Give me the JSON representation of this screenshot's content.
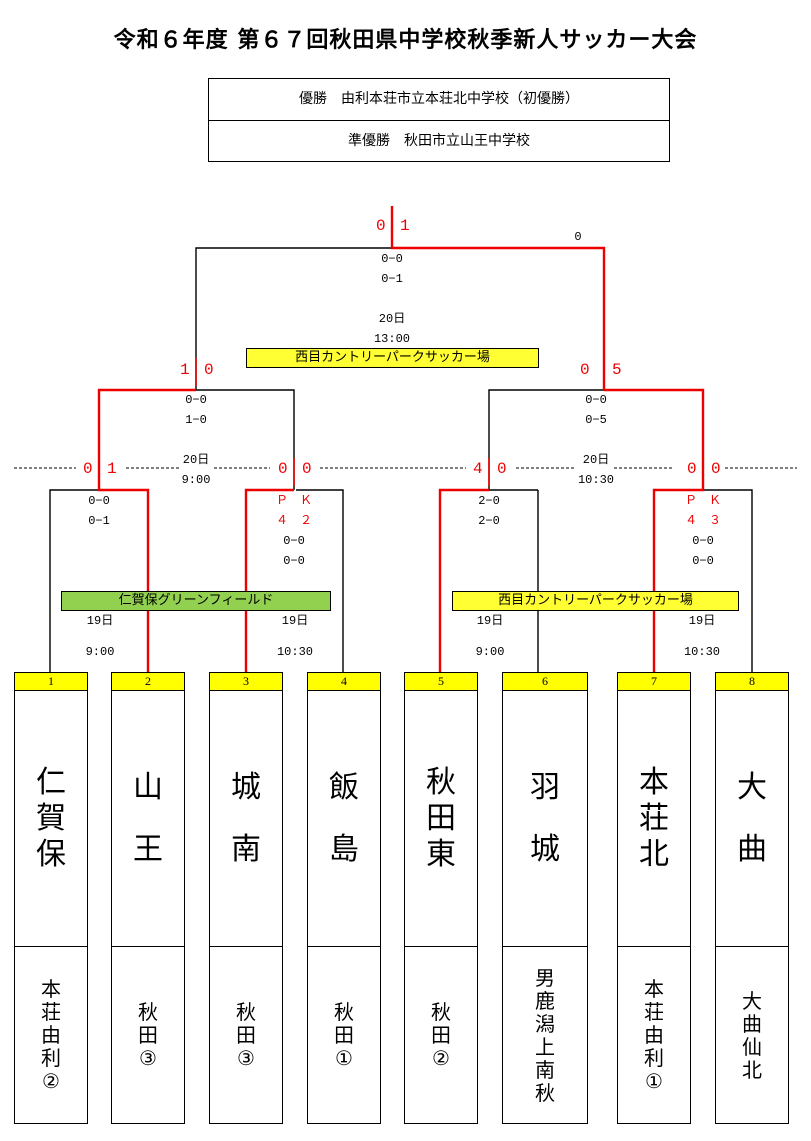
{
  "title": "令和６年度 第６７回秋田県中学校秋季新人サッカー大会",
  "results": {
    "winner": "優勝　由利本荘市立本荘北中学校（初優勝）",
    "runner_up": "準優勝　秋田市立山王中学校"
  },
  "final": {
    "left_score": "0",
    "right_score": "1",
    "right_side_mark": "0",
    "half1": "0−0",
    "half2": "0−1",
    "date": "20日",
    "time": "13:00",
    "venue": "西目カントリーパークサッカー場"
  },
  "semifinals": [
    {
      "left_score": "1",
      "right_score": "0",
      "half1": "0−0",
      "half2": "1−0",
      "date": "20日",
      "time": "9:00"
    },
    {
      "left_score": "0",
      "right_score": "5",
      "half1": "0−0",
      "half2": "0−5",
      "date": "20日",
      "time": "10:30"
    }
  ],
  "quarterfinals": [
    {
      "left_score": "0",
      "right_score": "1",
      "half1": "0−0",
      "half2": "0−1"
    },
    {
      "left_score": "0",
      "right_score": "0",
      "pk_label": "Ｐ　Ｋ",
      "pk_score": "４　２",
      "half1": "0−0",
      "half2": "0−0"
    },
    {
      "left_score": "4",
      "right_score": "0",
      "half1": "2−0",
      "half2": "2−0"
    },
    {
      "left_score": "0",
      "right_score": "0",
      "pk_label": "Ｐ　Ｋ",
      "pk_score": "４　３",
      "half1": "0−0",
      "half2": "0−0"
    }
  ],
  "round1_venues": [
    {
      "name": "仁賀保グリーンフィールド",
      "color": "#92d050"
    },
    {
      "name": "西目カントリーパークサッカー場",
      "color": "#ffff33"
    }
  ],
  "round1_times": [
    {
      "date": "19日",
      "time": "9:00"
    },
    {
      "date": "19日",
      "time": "10:30"
    },
    {
      "date": "19日",
      "time": "9:00"
    },
    {
      "date": "19日",
      "time": "10:30"
    }
  ],
  "teams": [
    {
      "number": "1",
      "name": [
        "仁",
        "賀",
        "保"
      ],
      "region": [
        "本",
        "荘",
        "由",
        "利",
        "②"
      ]
    },
    {
      "number": "2",
      "name": [
        "山",
        "王"
      ],
      "region": [
        "秋",
        "田",
        "③"
      ]
    },
    {
      "number": "3",
      "name": [
        "城",
        "南"
      ],
      "region": [
        "秋",
        "田",
        "③"
      ]
    },
    {
      "number": "4",
      "name": [
        "飯",
        "島"
      ],
      "region": [
        "秋",
        "田",
        "①"
      ]
    },
    {
      "number": "5",
      "name": [
        "秋",
        "田",
        "東"
      ],
      "region": [
        "秋",
        "田",
        "②"
      ]
    },
    {
      "number": "6",
      "name": [
        "羽",
        "城"
      ],
      "region": [
        "男",
        "鹿",
        "潟",
        "上",
        "南",
        "秋"
      ]
    },
    {
      "number": "7",
      "name": [
        "本",
        "荘",
        "北"
      ],
      "region": [
        "本",
        "荘",
        "由",
        "利",
        "①"
      ]
    },
    {
      "number": "8",
      "name": [
        "大",
        "曲"
      ],
      "region": [
        "大",
        "曲",
        "仙",
        "北"
      ]
    }
  ],
  "colors": {
    "win_line": "#e00000",
    "lose_line": "#000000",
    "venue_yellow": "#ffff33",
    "venue_green": "#92d050",
    "number_box": "#ffff00"
  }
}
